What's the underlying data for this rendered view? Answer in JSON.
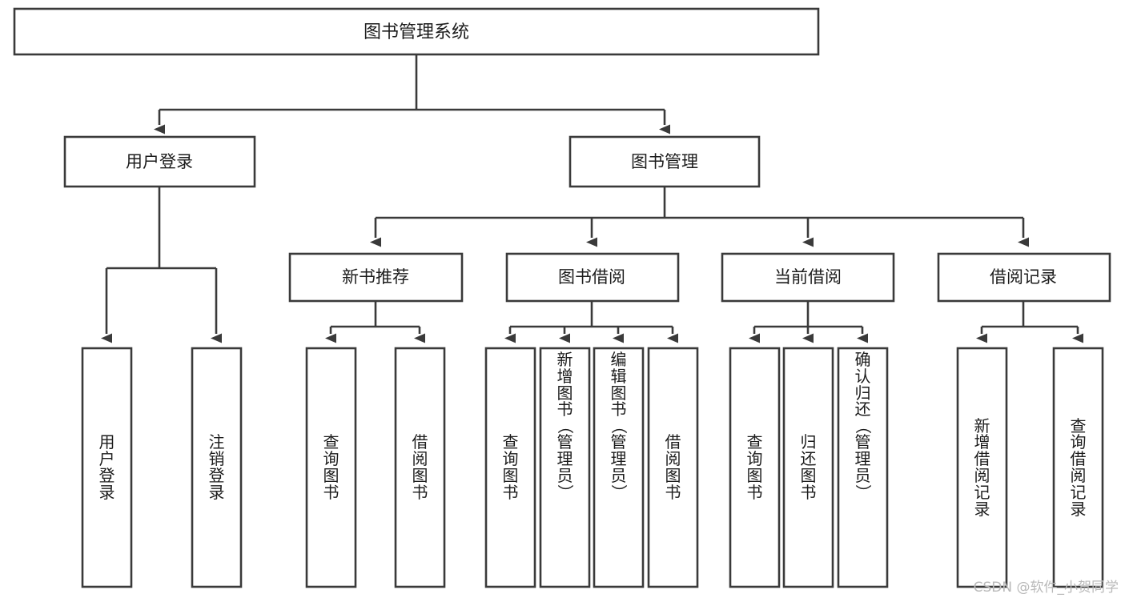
{
  "diagram": {
    "title": "图书管理系统",
    "type": "tree",
    "watermark": "CSDN @软件_小贺同学",
    "colors": {
      "stroke": "#3a3a3a",
      "fill": "#ffffff",
      "text": "#1c1c1c",
      "watermark": "#b9b9b9"
    },
    "root": {
      "label": "图书管理系统"
    },
    "level2": [
      {
        "label": "用户登录"
      },
      {
        "label": "图书管理"
      }
    ],
    "level3": [
      {
        "label": "新书推荐"
      },
      {
        "label": "图书借阅"
      },
      {
        "label": "当前借阅"
      },
      {
        "label": "借阅记录"
      }
    ],
    "leaves": {
      "user_login": [
        {
          "label": "用户登录",
          "chars": [
            "用",
            "户",
            "登",
            "录"
          ]
        },
        {
          "label": "注销登录",
          "chars": [
            "注",
            "销",
            "登",
            "录"
          ]
        }
      ],
      "new_book_recommend": [
        {
          "label": "查询图书",
          "chars": [
            "查",
            "询",
            "图",
            "书"
          ]
        },
        {
          "label": "借阅图书",
          "chars": [
            "借",
            "阅",
            "图",
            "书"
          ]
        }
      ],
      "book_borrow": [
        {
          "label": "查询图书",
          "chars": [
            "查",
            "询",
            "图",
            "书"
          ]
        },
        {
          "label": "新增图书（管理员）",
          "chars": [
            "新",
            "增",
            "图",
            "书",
            "（",
            "管",
            "理",
            "员",
            "）"
          ]
        },
        {
          "label": "编辑图书（管理员）",
          "chars": [
            "编",
            "辑",
            "图",
            "书",
            "（",
            "管",
            "理",
            "员",
            "）"
          ]
        },
        {
          "label": "借阅图书",
          "chars": [
            "借",
            "阅",
            "图",
            "书"
          ]
        }
      ],
      "current_borrow": [
        {
          "label": "查询图书",
          "chars": [
            "查",
            "询",
            "图",
            "书"
          ]
        },
        {
          "label": "归还图书",
          "chars": [
            "归",
            "还",
            "图",
            "书"
          ]
        },
        {
          "label": "确认归还（管理员）",
          "chars": [
            "确",
            "认",
            "归",
            "还",
            "（",
            "管",
            "理",
            "员",
            "）"
          ]
        }
      ],
      "borrow_record": [
        {
          "label": "新增借阅记录",
          "chars": [
            "新",
            "增",
            "借",
            "阅",
            "记",
            "录"
          ]
        },
        {
          "label": "查询借阅记录",
          "chars": [
            "查",
            "询",
            "借",
            "阅",
            "记",
            "录"
          ]
        }
      ]
    }
  }
}
